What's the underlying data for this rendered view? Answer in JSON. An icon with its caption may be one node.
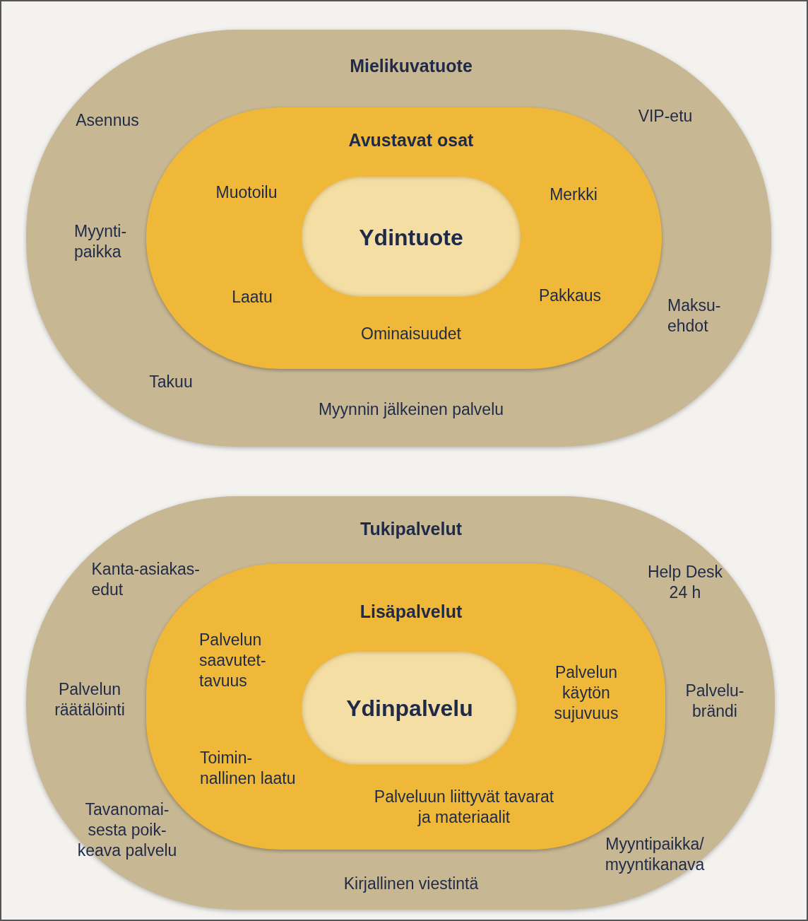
{
  "diagram": {
    "nodes": [
      {
        "text": [
          "Mielikuvatuote",
          "Asennus",
          "VIP-etu",
          "Myynti- paikka",
          "Maksu- ehdot",
          "Takuu",
          "Myynnin jälkeinen palvelu"
        ]
      },
      {
        "text": [
          "Avustavat osat",
          "Muotoilu",
          "Merkki",
          "Laatu",
          "Pakkaus",
          "Ominaisuudet"
        ],
        "in": 0
      },
      {
        "text": [
          "Ydintuote"
        ],
        "in": 1
      },
      {
        "text": [
          "Tukipalvelut",
          "Kanta-asiakas- edut",
          "Help Desk 24 h",
          "Palvelun räätälöinti",
          "Palvelu- brändi",
          "Tavanomai- sesta poik- keava palvelu",
          "Myyntipaikka/ myyntikanava",
          "Kirjallinen viestintä"
        ]
      },
      {
        "text": [
          "Lisäpalvelut",
          "Palvelun saavutet- tavuus",
          "Palvelun käytön sujuvuus",
          "Toimin- nallinen laatu",
          "Palveluun liittyvät tavarat ja materiaalit"
        ],
        "in": 3
      },
      {
        "text": [
          "Ydinpalvelu"
        ],
        "in": 4
      }
    ]
  }
}
